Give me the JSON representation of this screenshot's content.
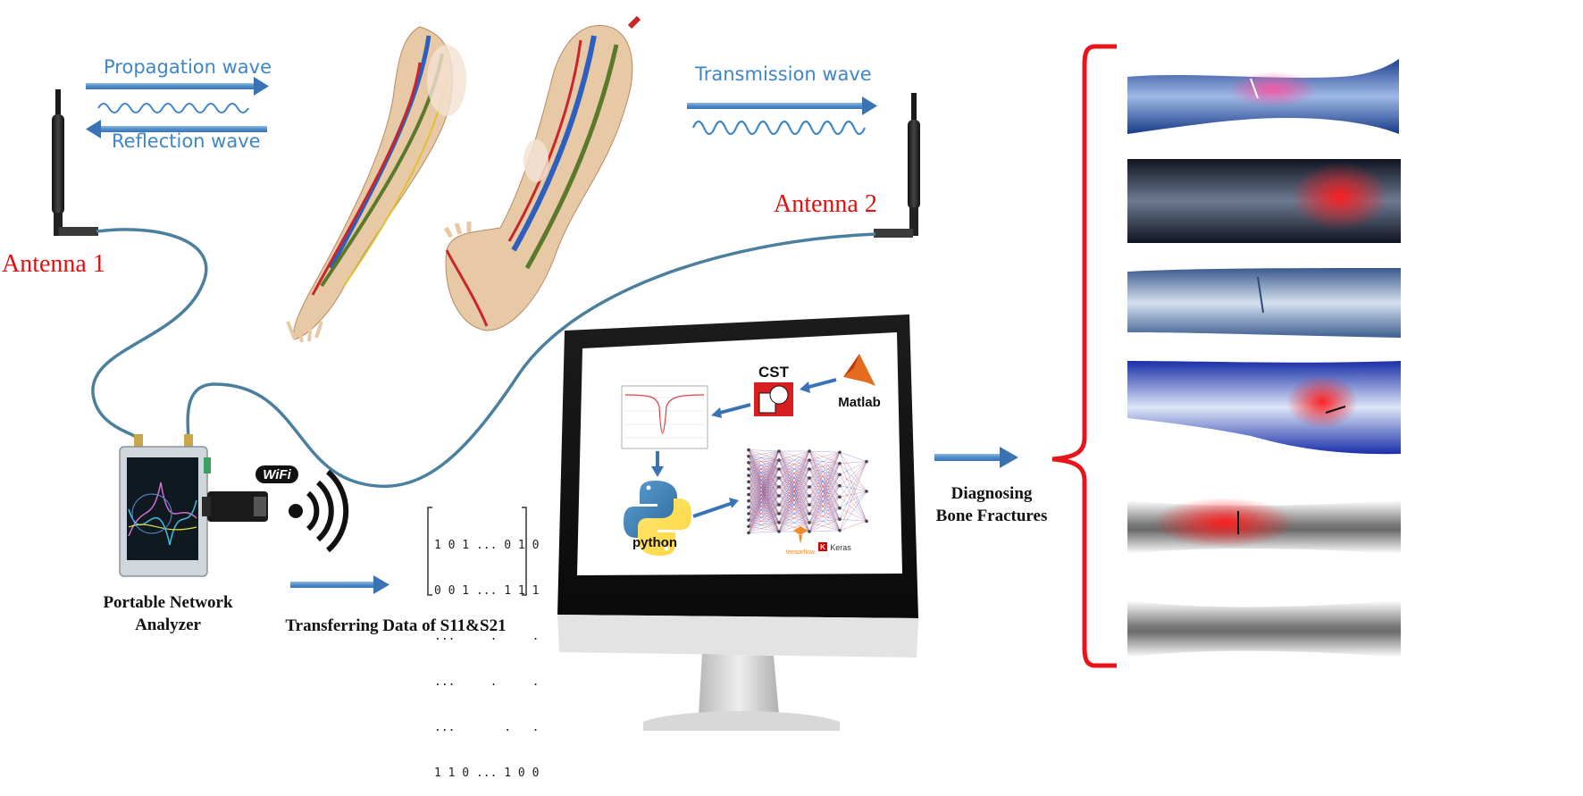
{
  "waves": {
    "propagation": "Propagation wave",
    "reflection": "Reflection wave",
    "transmission": "Transmission wave"
  },
  "antennas": {
    "antenna1": "Antenna 1",
    "antenna2": "Antenna 2"
  },
  "device": {
    "analyzer_line1": "Portable Network",
    "analyzer_line2": "Analyzer",
    "wifi": "WiFi"
  },
  "transfer": {
    "caption": "Transferring Data of S11&S21",
    "matrix_rows": [
      "1 0 1 ... 0 1 0",
      "0 0 1 ... 1 1 1",
      "...     .     .",
      "...     .     .",
      "...       .   .",
      "1 1 0 ... 1 0 0"
    ]
  },
  "computer": {
    "cst": "CST",
    "matlab": "Matlab",
    "python": "python",
    "tensorflow": "tensorflow",
    "keras": "Keras"
  },
  "result": {
    "line1": "Diagnosing",
    "line2": "Bone Fractures"
  },
  "colors": {
    "wave_blue": "#3f86c9",
    "antenna_red": "#e01010",
    "bracket_red": "#e8141b",
    "cable": "#4a7f9e"
  },
  "xray_images": [
    {
      "name": "forearm-fracture-blue",
      "highlight": "pink"
    },
    {
      "name": "wrist-fracture-dark",
      "highlight": "red"
    },
    {
      "name": "forearm-fracture-light",
      "highlight": "none"
    },
    {
      "name": "elbow-fracture-blue",
      "highlight": "red"
    },
    {
      "name": "femur-fracture-white",
      "highlight": "red"
    },
    {
      "name": "leg-bones-white",
      "highlight": "none"
    }
  ]
}
